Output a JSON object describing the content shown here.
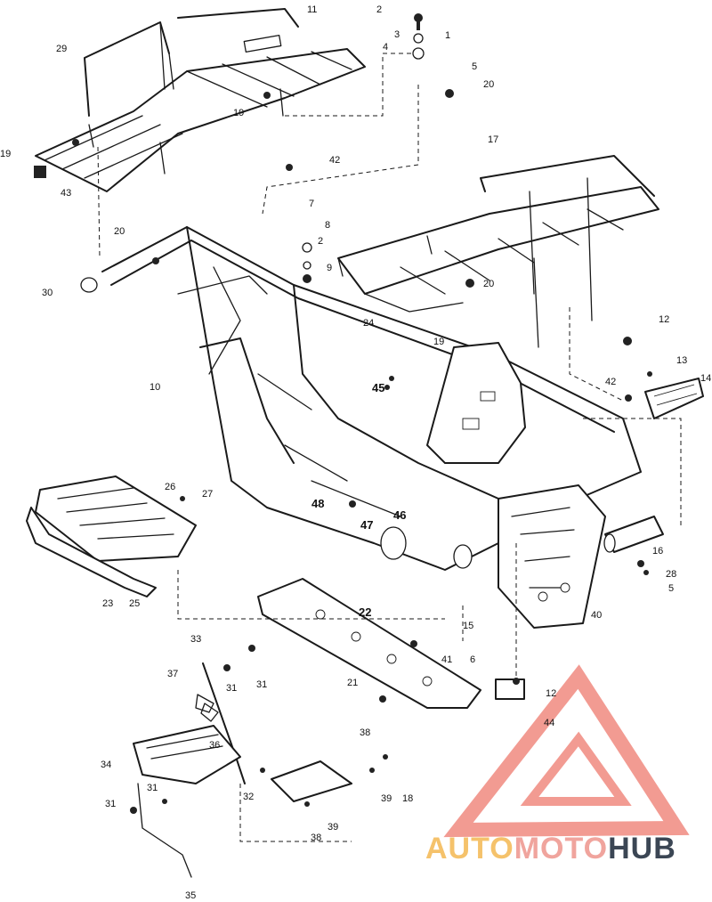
{
  "diagram": {
    "labels": [
      {
        "id": "1",
        "text": "1"
      },
      {
        "id": "2",
        "text": "2"
      },
      {
        "id": "3",
        "text": "3"
      },
      {
        "id": "4",
        "text": "4"
      },
      {
        "id": "5a",
        "text": "5"
      },
      {
        "id": "20a",
        "text": "20"
      },
      {
        "id": "11",
        "text": "11"
      },
      {
        "id": "29",
        "text": "29"
      },
      {
        "id": "19a",
        "text": "19"
      },
      {
        "id": "19b",
        "text": "19"
      },
      {
        "id": "43",
        "text": "43"
      },
      {
        "id": "42a",
        "text": "42"
      },
      {
        "id": "7",
        "text": "7"
      },
      {
        "id": "17",
        "text": "17"
      },
      {
        "id": "20b",
        "text": "20"
      },
      {
        "id": "8",
        "text": "8"
      },
      {
        "id": "2b",
        "text": "2"
      },
      {
        "id": "9",
        "text": "9"
      },
      {
        "id": "30",
        "text": "30"
      },
      {
        "id": "20c",
        "text": "20"
      },
      {
        "id": "24",
        "text": "24"
      },
      {
        "id": "19c",
        "text": "19"
      },
      {
        "id": "12a",
        "text": "12"
      },
      {
        "id": "13",
        "text": "13"
      },
      {
        "id": "14",
        "text": "14"
      },
      {
        "id": "42b",
        "text": "42"
      },
      {
        "id": "10",
        "text": "10"
      },
      {
        "id": "45",
        "text": "45"
      },
      {
        "id": "26",
        "text": "26"
      },
      {
        "id": "27",
        "text": "27"
      },
      {
        "id": "48",
        "text": "48"
      },
      {
        "id": "47",
        "text": "47"
      },
      {
        "id": "46",
        "text": "46"
      },
      {
        "id": "16",
        "text": "16"
      },
      {
        "id": "28",
        "text": "28"
      },
      {
        "id": "5b",
        "text": "5"
      },
      {
        "id": "23",
        "text": "23"
      },
      {
        "id": "25",
        "text": "25"
      },
      {
        "id": "15",
        "text": "15"
      },
      {
        "id": "40",
        "text": "40"
      },
      {
        "id": "22",
        "text": "22"
      },
      {
        "id": "41",
        "text": "41"
      },
      {
        "id": "6",
        "text": "6"
      },
      {
        "id": "33",
        "text": "33"
      },
      {
        "id": "31a",
        "text": "31"
      },
      {
        "id": "31b",
        "text": "31"
      },
      {
        "id": "37",
        "text": "37"
      },
      {
        "id": "21",
        "text": "21"
      },
      {
        "id": "12b",
        "text": "12"
      },
      {
        "id": "44",
        "text": "44"
      },
      {
        "id": "36",
        "text": "36"
      },
      {
        "id": "38a",
        "text": "38"
      },
      {
        "id": "34",
        "text": "34"
      },
      {
        "id": "31c",
        "text": "31"
      },
      {
        "id": "31d",
        "text": "31"
      },
      {
        "id": "32",
        "text": "32"
      },
      {
        "id": "39a",
        "text": "39"
      },
      {
        "id": "18",
        "text": "18"
      },
      {
        "id": "38b",
        "text": "38"
      },
      {
        "id": "39b",
        "text": "39"
      },
      {
        "id": "35",
        "text": "35"
      }
    ]
  },
  "watermark": {
    "word1": "AUTO",
    "word2": "MOTO",
    "word3": "HUB",
    "colors": {
      "triangle": "#f08a80",
      "auto": "#f5c26b",
      "moto": "#f0a49d",
      "hub": "#3b4654"
    }
  }
}
